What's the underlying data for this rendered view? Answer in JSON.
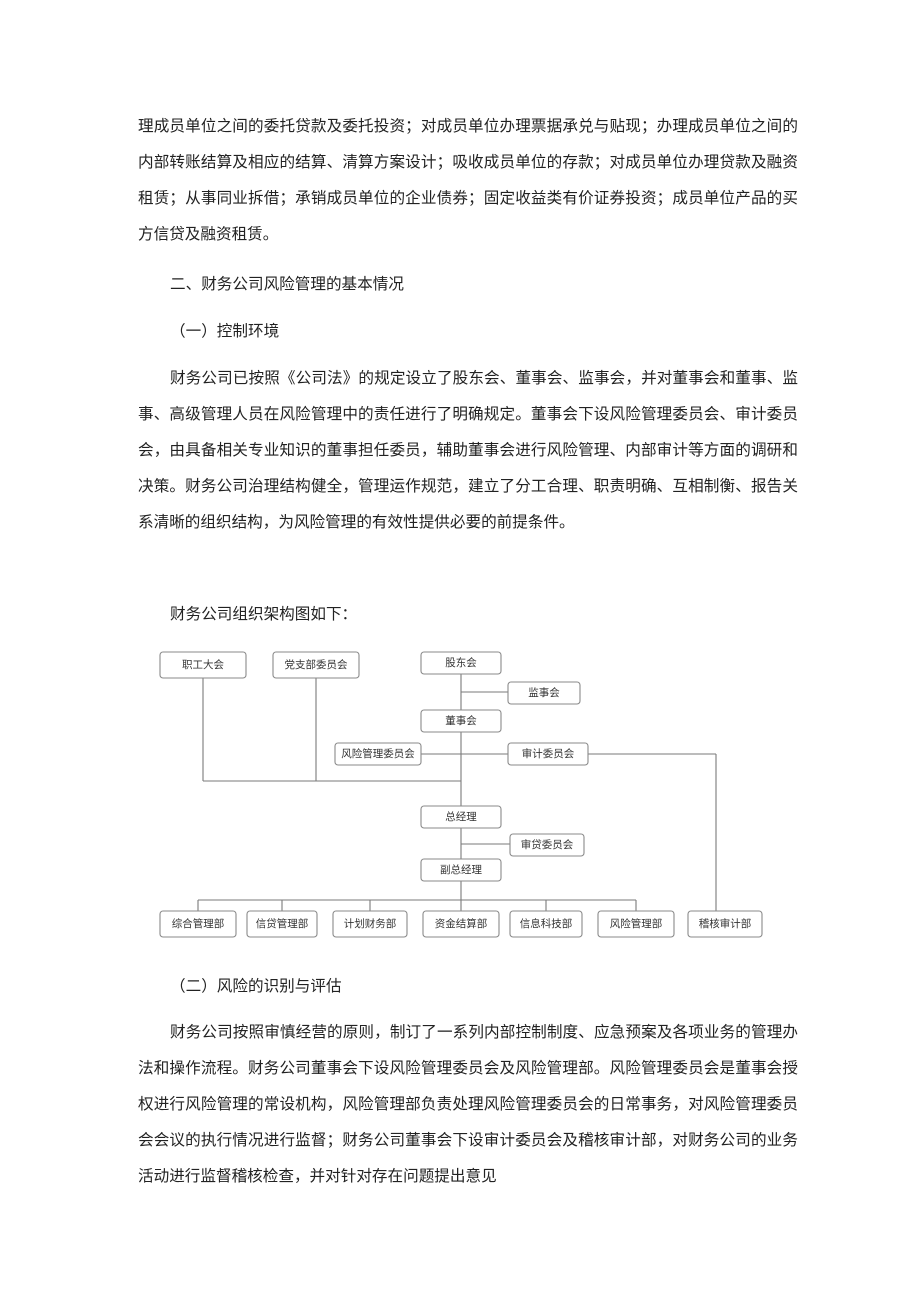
{
  "paragraphs": {
    "p1": "理成员单位之间的委托贷款及委托投资；对成员单位办理票据承兑与贴现；办理成员单位之间的内部转账结算及相应的结算、清算方案设计；吸收成员单位的存款；对成员单位办理贷款及融资租赁；从事同业拆借；承销成员单位的企业债券；固定收益类有价证券投资；成员单位产品的买方信贷及融资租赁。",
    "section2_title": "二、财务公司风险管理的基本情况",
    "sub1_title": "（一）控制环境",
    "p2": "财务公司已按照《公司法》的规定设立了股东会、董事会、监事会，并对董事会和董事、监事、高级管理人员在风险管理中的责任进行了明确规定。董事会下设风险管理委员会、审计委员会，由具备相关专业知识的董事担任委员，辅助董事会进行风险管理、内部审计等方面的调研和决策。财务公司治理结构健全，管理运作规范，建立了分工合理、职责明确、互相制衡、报告关系清晰的组织结构，为风险管理的有效性提供必要的前提条件。",
    "chart_intro": "财务公司组织架构图如下：",
    "sub2_title": "（二）风险的识别与评估",
    "p3": "财务公司按照审慎经营的原则，制订了一系列内部控制制度、应急预案及各项业务的管理办法和操作流程。财务公司董事会下设风险管理委员会及风险管理部。风险管理委员会是董事会授权进行风险管理的常设机构，风险管理部负责处理风险管理委员会的日常事务，对风险管理委员会会议的执行情况进行监督；财务公司董事会下设审计委员会及稽核审计部，对财务公司的业务活动进行监督稽核检查，并对针对存在问题提出意见"
  },
  "org_chart": {
    "workers_congress": "职工大会",
    "party_committee": "党支部委员会",
    "shareholders": "股东会",
    "supervisors": "监事会",
    "board": "董事会",
    "risk_committee": "风险管理委员会",
    "audit_committee": "审计委员会",
    "general_manager": "总经理",
    "credit_committee": "审贷委员会",
    "deputy_gm": "副总经理",
    "departments": [
      "综合管理部",
      "信贷管理部",
      "计划财务部",
      "资金结算部",
      "信息科技部",
      "风险管理部"
    ],
    "audit_dept": "稽核审计部"
  }
}
